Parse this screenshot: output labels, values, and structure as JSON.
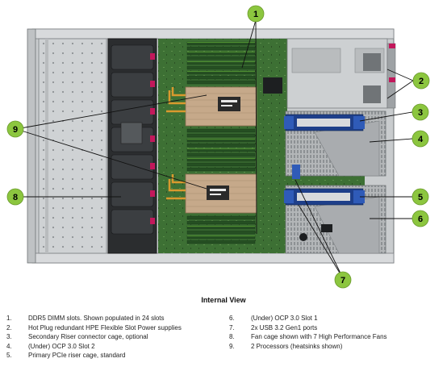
{
  "caption": "Internal View",
  "callouts": [
    "1",
    "2",
    "3",
    "4",
    "5",
    "6",
    "7",
    "8",
    "9"
  ],
  "legend_left": [
    {
      "num": "1.",
      "text": "DDR5 DIMM slots. Shown populated in 24 slots"
    },
    {
      "num": "2.",
      "text": "Hot Plug redundant HPE Flexible Slot Power supplies"
    },
    {
      "num": "3.",
      "text": "Secondary Riser connector cage, optional"
    },
    {
      "num": "4.",
      "text": "(Under) OCP 3.0 Slot 2"
    },
    {
      "num": "5.",
      "text": "Primary PCIe riser cage, standard"
    }
  ],
  "legend_right": [
    {
      "num": "6.",
      "text": "(Under) OCP 3.0 Slot 1"
    },
    {
      "num": "7.",
      "text": "2x USB 3.2 Gen1 ports"
    },
    {
      "num": "8.",
      "text": "Fan cage shown with 7 High Performance Fans"
    },
    {
      "num": "9.",
      "text": "2 Processors (heatsinks shown)"
    }
  ],
  "colors": {
    "chassis": "#c9ccce",
    "motherboard": "#3a6b32",
    "heatsink": "#c6a98a",
    "dimm": "#2f5e2a",
    "riser_cage": "#a9acaf",
    "callout_fill": "#8cc63f"
  }
}
